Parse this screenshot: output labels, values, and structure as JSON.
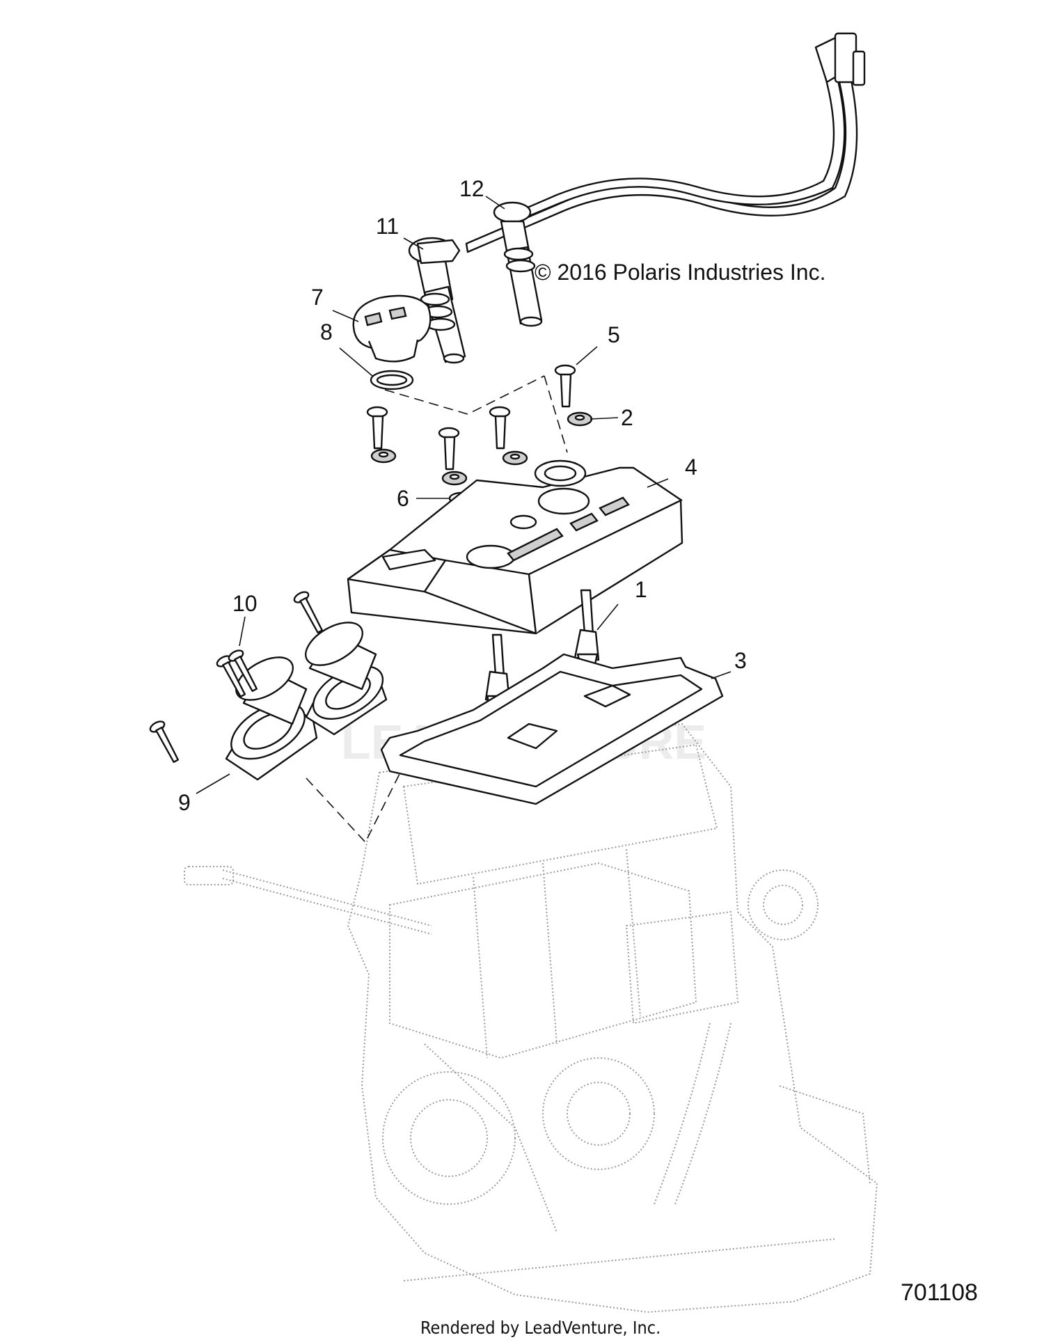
{
  "copyright": "© 2016 Polaris Industries Inc.",
  "figure_number": "701108",
  "footer": "Rendered by LeadVenture, Inc.",
  "watermark": "LEADVENTURE",
  "callouts": [
    {
      "id": "1",
      "label": "1"
    },
    {
      "id": "2",
      "label": "2"
    },
    {
      "id": "3",
      "label": "3"
    },
    {
      "id": "4",
      "label": "4"
    },
    {
      "id": "5",
      "label": "5"
    },
    {
      "id": "6",
      "label": "6"
    },
    {
      "id": "7",
      "label": "7"
    },
    {
      "id": "8",
      "label": "8"
    },
    {
      "id": "9",
      "label": "9"
    },
    {
      "id": "10",
      "label": "10"
    },
    {
      "id": "11",
      "label": "11"
    },
    {
      "id": "12",
      "label": "12"
    }
  ]
}
